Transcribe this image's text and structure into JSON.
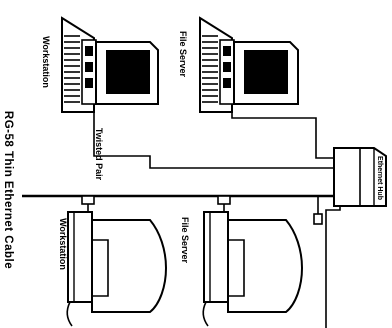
{
  "labels": {
    "top_workstation": "Workstation",
    "top_file_server": "File Server",
    "twisted_pair": "Twisted Pair",
    "ethernet_hub": "Ethernet Hub",
    "bottom_workstation": "Workstation",
    "bottom_file_server": "File Server",
    "cable": "RG-58 Thin Ethernet Cable"
  },
  "colors": {
    "ink": "#000000",
    "paper": "#ffffff"
  }
}
